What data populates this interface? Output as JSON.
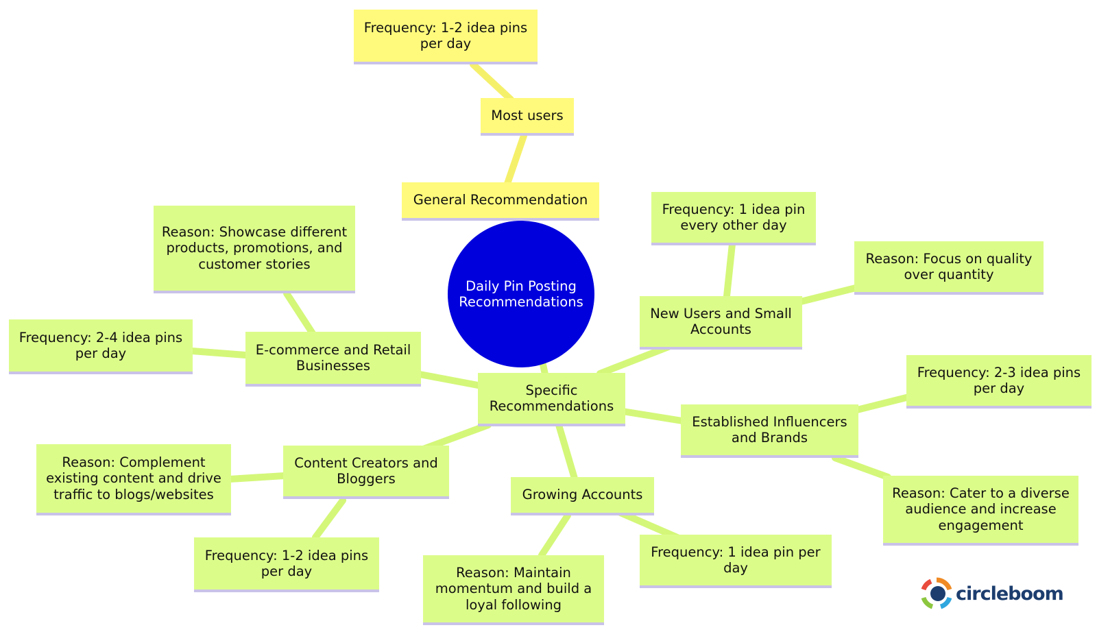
{
  "diagram": {
    "center": "Daily Pin Posting Recommendations",
    "general": {
      "label": "General Recommendation",
      "most_users": "Most users",
      "most_users_frequency": "Frequency: 1-2 idea pins per day"
    },
    "specific": {
      "label": "Specific Recommendations",
      "new_users": {
        "label": "New Users and Small Accounts",
        "frequency": "Frequency: 1 idea pin every other day",
        "reason": "Reason: Focus on quality over quantity"
      },
      "influencers": {
        "label": "Established Influencers and Brands",
        "frequency": "Frequency: 2-3 idea pins per day",
        "reason": "Reason: Cater to a diverse audience and increase engagement"
      },
      "growing": {
        "label": "Growing Accounts",
        "frequency": "Frequency: 1 idea pin per day",
        "reason": "Reason: Maintain momentum and build a loyal following"
      },
      "creators": {
        "label": "Content Creators and Bloggers",
        "frequency": "Frequency: 1-2 idea pins per day",
        "reason": "Reason: Complement existing content and drive traffic to blogs/websites"
      },
      "ecommerce": {
        "label": "E-commerce and Retail Businesses",
        "frequency": "Frequency: 2-4 idea pins per day",
        "reason": "Reason: Showcase different products, promotions, and customer stories"
      }
    }
  },
  "logo": {
    "text": "circleboom",
    "name": "circleboom-logo-icon"
  },
  "colors": {
    "center_fill": "#0000dd",
    "general_fill": "#fffa7c",
    "specific_fill": "#dcfc8a",
    "general_edge": "#f5f06a",
    "specific_edge": "#d4f779",
    "node_underline": "#c9c2e8"
  }
}
